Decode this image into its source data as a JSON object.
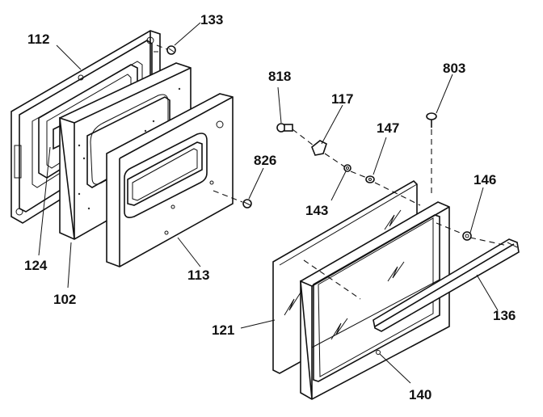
{
  "callouts": {
    "c112": "112",
    "c133": "133",
    "c124": "124",
    "c102": "102",
    "c826": "826",
    "c113": "113",
    "c818": "818",
    "c117": "117",
    "c803": "803",
    "c147": "147",
    "c143": "143",
    "c146": "146",
    "c121": "121",
    "c136": "136",
    "c140": "140"
  }
}
